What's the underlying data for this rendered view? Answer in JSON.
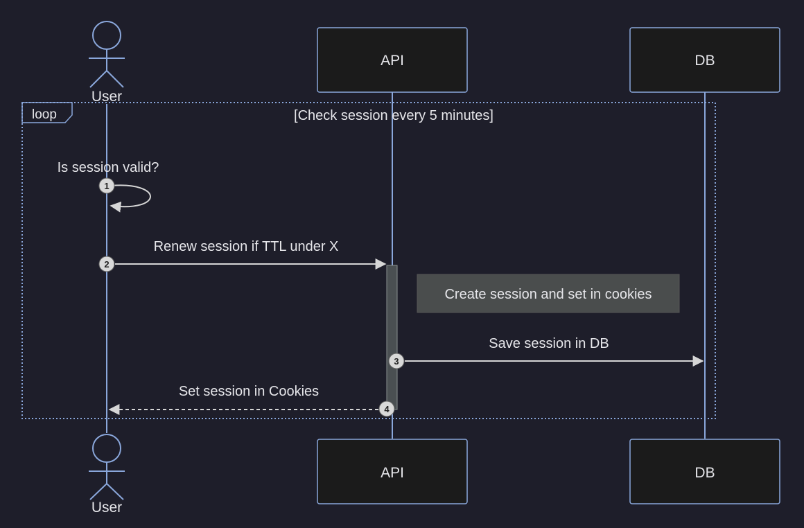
{
  "participants": {
    "user": {
      "label": "User"
    },
    "api": {
      "label": "API"
    },
    "db": {
      "label": "DB"
    }
  },
  "loop": {
    "keyword": "loop",
    "condition": "[Check session every 5 minutes]"
  },
  "messages": [
    {
      "number": "1",
      "text": "Is session valid?"
    },
    {
      "number": "2",
      "text": "Renew session if TTL under X"
    },
    {
      "number": "3",
      "text": "Save session in DB"
    },
    {
      "number": "4",
      "text": "Set session in Cookies"
    }
  ],
  "note": {
    "text": "Create session and set in cookies"
  },
  "colors": {
    "background": "#1e1e2a",
    "lifeline": "#8aa7db",
    "box_fill": "#1b1b1b",
    "box_stroke": "#8aa7db",
    "arrow": "#d6d6d6",
    "note_fill": "#4a4d4d",
    "activation_fill": "#4a4f52"
  }
}
